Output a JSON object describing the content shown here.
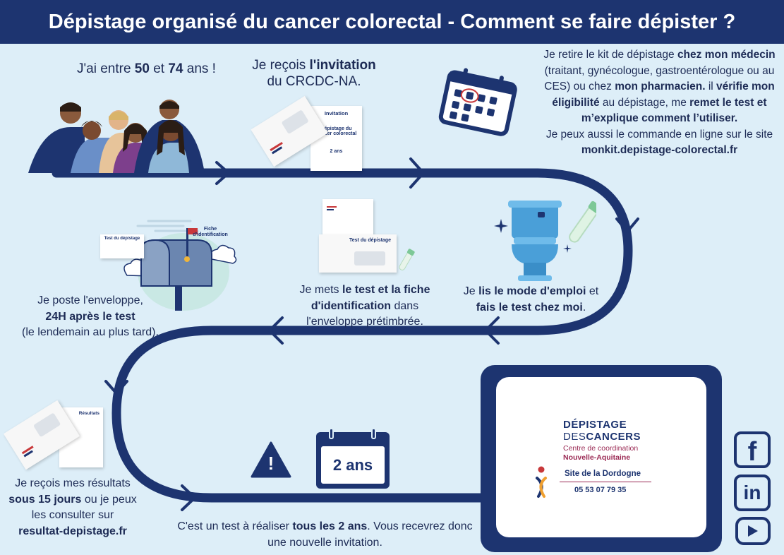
{
  "header": {
    "title": "Dépistage organisé du cancer colorectal - Comment se faire dépister ?"
  },
  "steps": {
    "age": {
      "pre": "J'ai entre ",
      "b1": "50",
      "mid": " et ",
      "b2": "74",
      "post": " ans !"
    },
    "invitation": {
      "pre": "Je reçois ",
      "b1": "l'invitation",
      "line2": "du CRCDC-NA."
    },
    "kit": {
      "t1": "Je retire le kit de dépistage ",
      "b1": "chez mon médecin",
      "t2": " (traitant, gynécologue, gastroentérologue ou au CES) ou chez ",
      "b2": "mon pharmacien.",
      "t3": " il ",
      "b3": "vérifie mon éligibilité",
      "t4": " au dépistage, me ",
      "b4": "remet le test et m’explique comment l’utiliser.",
      "t5": "Je peux aussi le commande en ligne sur le site",
      "b5": "monkit.depistage-colorectal.fr"
    },
    "test": {
      "pre": "Je ",
      "b1": "lis le mode d'emploi",
      "mid": " et ",
      "b2": "fais le test chez moi",
      "post": "."
    },
    "envelope": {
      "pre": "Je mets ",
      "b1": "le test et la fiche d'identification",
      "post": " dans l'enveloppe prétimbrée."
    },
    "post": {
      "l1": "Je poste l'enveloppe,",
      "b1": "24H après le test",
      "l3": "(le lendemain au plus tard)."
    },
    "results": {
      "l1": "Je reçois mes résultats",
      "b1": "sous 15 jours",
      "l2": " ou je peux les consulter sur",
      "b2": "resultat-depistage.fr"
    },
    "repeat": {
      "pre": "C'est un test à réaliser ",
      "b1": "tous les 2 ans",
      "post": ". Vous recevrez donc une nouvelle invitation."
    }
  },
  "illustrations": {
    "invitation_letter": {
      "title": "Invitation",
      "body": "Dépistage du cancer colorectal",
      "footer": "2 ans"
    },
    "test_envelope": {
      "label": "Test du dépistage"
    },
    "mailbox": {
      "envelope_label": "Test du dépistage",
      "card_label": "Fiche d'identification"
    },
    "results_letter": {
      "title": "Résultats"
    },
    "calendar_badge": "2 ans",
    "warning": "!"
  },
  "logo": {
    "line1": "DÉPISTAGE",
    "line2a": "DES",
    "line2b": "CANCERS",
    "line3": "Centre de coordination",
    "line4": "Nouvelle-Aquitaine",
    "site": "Site de la Dordogne",
    "phone": "05 53 07 79 35"
  },
  "social": {
    "facebook": "f",
    "linkedin": "in"
  },
  "colors": {
    "navy": "#1d3470",
    "background": "#ddeef8",
    "accent_red": "#c8383a",
    "toilet_blue": "#4a9fd8"
  }
}
